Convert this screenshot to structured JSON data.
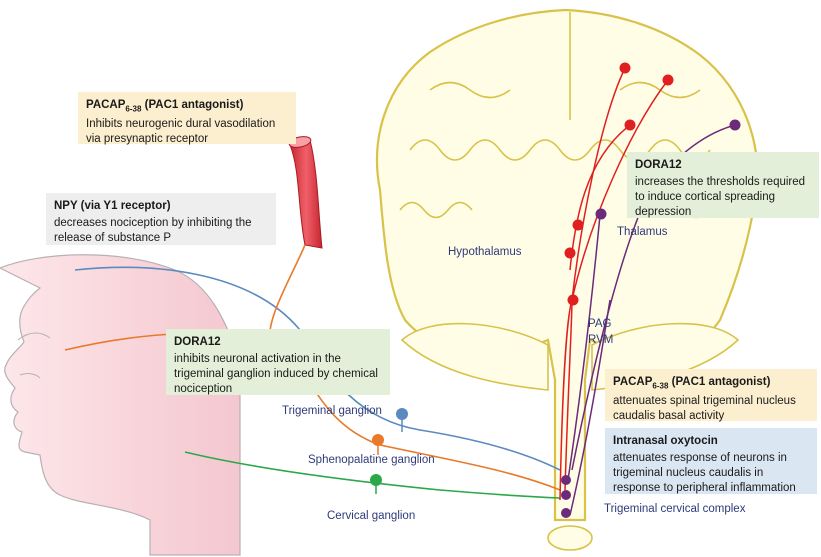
{
  "boxes": {
    "pacap_dural": {
      "title_main": "PACAP",
      "title_sub": "6-38",
      "title_rest": " (PAC1 antagonist)",
      "body": "Inhibits neurogenic dural vasodilation via presynaptic receptor",
      "color": "#fcefcf"
    },
    "npy": {
      "title": "NPY (via Y1 receptor)",
      "body": "decreases nociception by inhibiting the release of substance P",
      "color": "#eeeeee"
    },
    "dora12_cortical": {
      "title": "DORA12",
      "body": "increases the thresholds required to induce cortical spreading depression",
      "color": "#e3efd8"
    },
    "dora12_trigeminal": {
      "title": "DORA12",
      "body": "inhibits neuronal activation in the trigeminal ganglion induced by chemical nociception",
      "color": "#e3efd8"
    },
    "pacap_spinal": {
      "title_main": "PACAP",
      "title_sub": "6-38",
      "title_rest": " (PAC1 antagonist)",
      "body": "attenuates spinal trigeminal nucleus caudalis basal activity",
      "color": "#fcefcf"
    },
    "oxytocin": {
      "title": "Intranasal oxytocin",
      "body": "attenuates response of neurons in trigeminal nucleus caudalis in response to peripheral inflammation",
      "color": "#dbe6f3"
    }
  },
  "labels": {
    "hypothalamus": "Hypothalamus",
    "thalamus": "Thalamus",
    "pag": "PAG",
    "rvm": "RVM",
    "trigeminal_ganglion": "Trigeminal ganglion",
    "sphenopalatine_ganglion": "Sphenopalatine ganglion",
    "cervical_ganglion": "Cervical ganglion",
    "trigeminal_cervical_complex": "Trigeminal cervical complex"
  },
  "colors": {
    "brain_outline": "#d8c24a",
    "brain_fill": "#fffde6",
    "red_pathway": "#e02020",
    "purple_pathway": "#6b2a7a",
    "blue_nerve": "#5b8ac0",
    "orange_nerve": "#e87a2a",
    "green_nerve": "#2aa84a",
    "vessel": "#e8484e",
    "head_fill": "#fbe0e4",
    "label_text": "#2e3b7a"
  }
}
